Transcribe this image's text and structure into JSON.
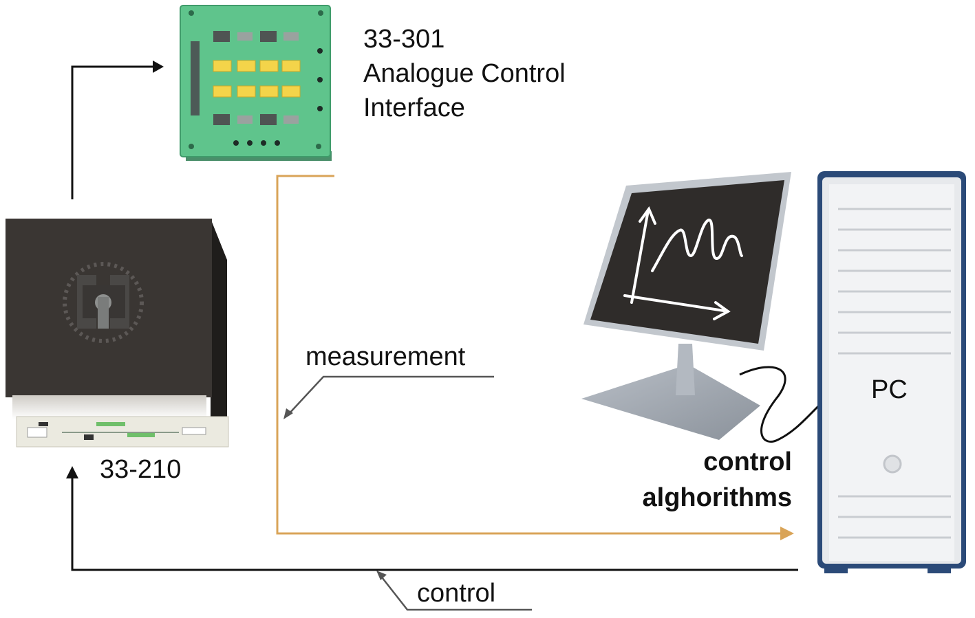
{
  "interface_board": {
    "label_lines": [
      "33-301",
      "Analogue Control",
      "Interface"
    ]
  },
  "servo_unit": {
    "label": "33-210"
  },
  "computer": {
    "label": "PC"
  },
  "monitor": {
    "label_lines": [
      "control",
      "alghorithms"
    ]
  },
  "signals": {
    "measurement": "measurement",
    "control": "control"
  },
  "colors": {
    "control_line": "#111111",
    "measurement_line": "#d9a458",
    "board_green": "#5fc48c",
    "board_chip_yellow": "#f4d44a",
    "servo_body": "#3a3633",
    "pc_case": "#e7e9ec",
    "pc_border": "#2b4a78",
    "monitor_screen": "#2f2c2a"
  }
}
